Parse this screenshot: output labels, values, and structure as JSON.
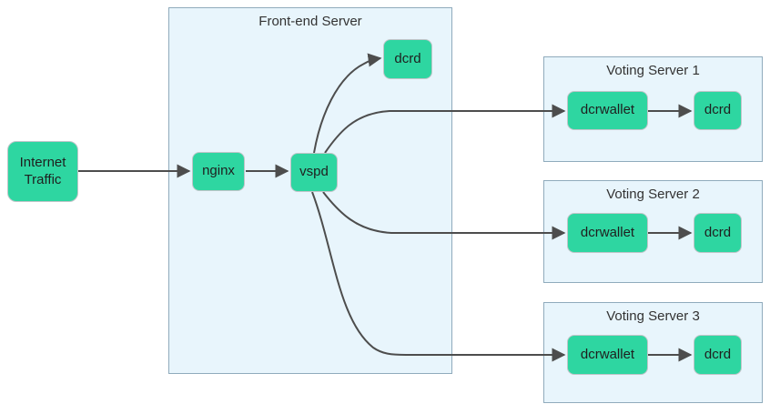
{
  "colors": {
    "node_fill": "#2ed6a1",
    "node_border": "#c0c5c9",
    "cluster_fill": "#e8f5fc",
    "cluster_border": "#90abbc",
    "edge": "#4d4d4d",
    "text": "#1f1f1f",
    "title": "#333333",
    "background": "#ffffff"
  },
  "clusters": {
    "frontend": {
      "title": "Front-end Server"
    },
    "voting1": {
      "title": "Voting Server 1"
    },
    "voting2": {
      "title": "Voting Server 2"
    },
    "voting3": {
      "title": "Voting Server 3"
    }
  },
  "nodes": {
    "internet_traffic": {
      "label": "Internet Traffic"
    },
    "nginx": {
      "label": "nginx"
    },
    "vspd": {
      "label": "vspd"
    },
    "frontend_dcrd": {
      "label": "dcrd"
    },
    "voting1_dcrwallet": {
      "label": "dcrwallet"
    },
    "voting1_dcrd": {
      "label": "dcrd"
    },
    "voting2_dcrwallet": {
      "label": "dcrwallet"
    },
    "voting2_dcrd": {
      "label": "dcrd"
    },
    "voting3_dcrwallet": {
      "label": "dcrwallet"
    },
    "voting3_dcrd": {
      "label": "dcrd"
    }
  },
  "edges": [
    {
      "from": "internet_traffic",
      "to": "nginx"
    },
    {
      "from": "nginx",
      "to": "vspd"
    },
    {
      "from": "vspd",
      "to": "frontend_dcrd"
    },
    {
      "from": "vspd",
      "to": "voting1_dcrwallet"
    },
    {
      "from": "vspd",
      "to": "voting2_dcrwallet"
    },
    {
      "from": "vspd",
      "to": "voting3_dcrwallet"
    },
    {
      "from": "voting1_dcrwallet",
      "to": "voting1_dcrd"
    },
    {
      "from": "voting2_dcrwallet",
      "to": "voting2_dcrd"
    },
    {
      "from": "voting3_dcrwallet",
      "to": "voting3_dcrd"
    }
  ]
}
